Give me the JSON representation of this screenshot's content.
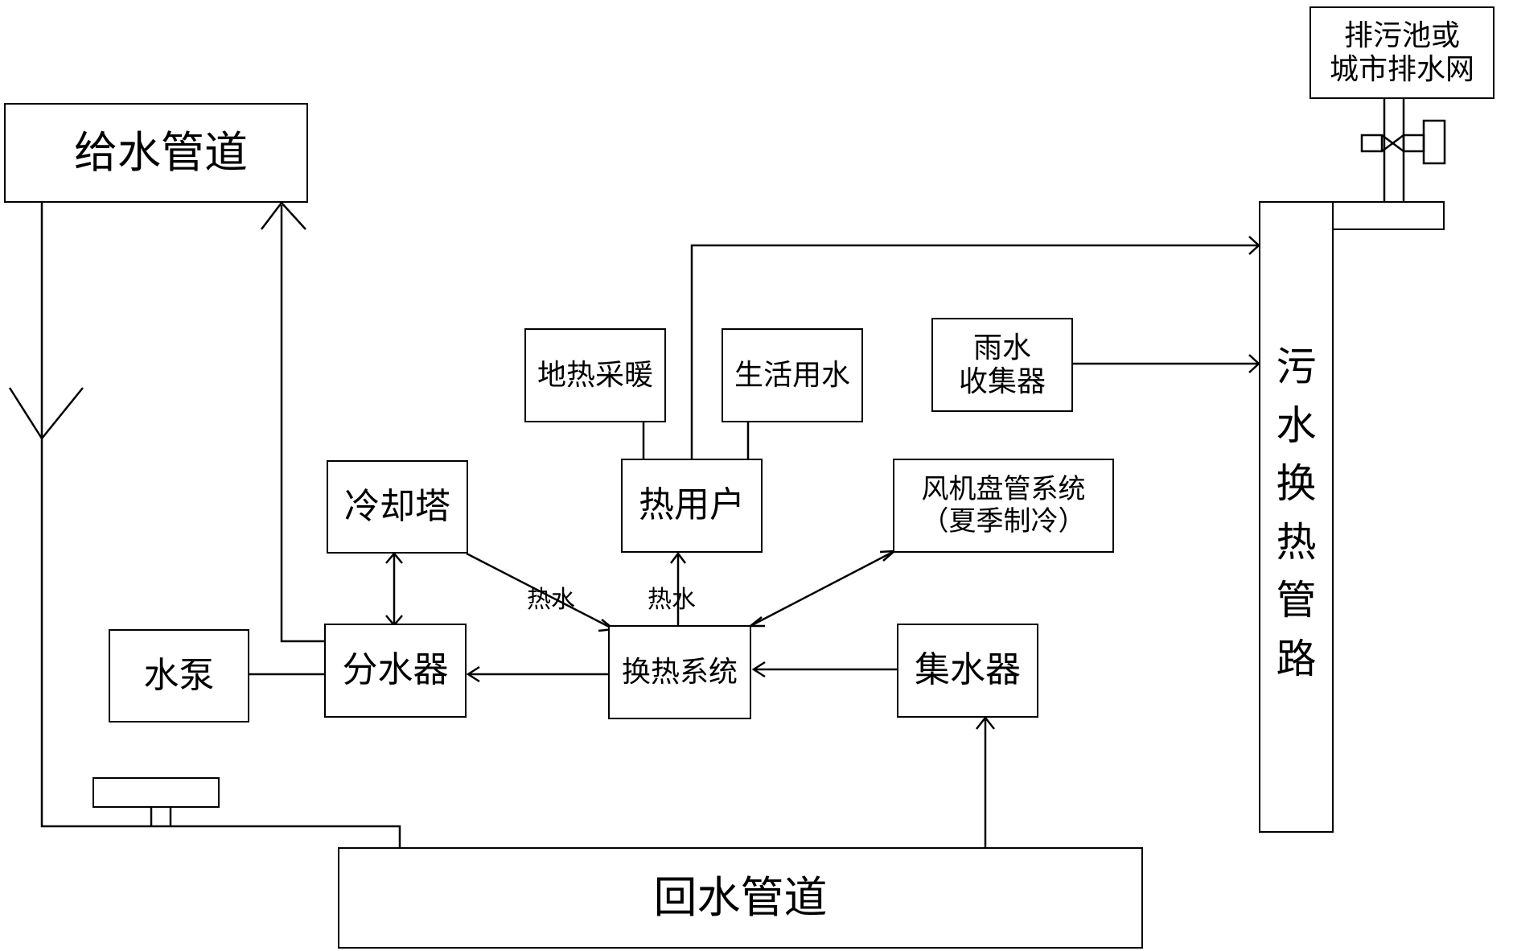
{
  "nodes": {
    "supply_pipe": "给水管道",
    "return_pipe": "回水管道",
    "water_pump": "水泵",
    "distributor": "分水器",
    "cooling_tower": "冷却塔",
    "heat_exchange_system": "换热系统",
    "heat_user": "热用户",
    "floor_heating": "地热采暖",
    "domestic_water": "生活用水",
    "fan_coil": "风机盘管系统\n（夏季制冷）",
    "collector": "集水器",
    "rain_collector": "雨水\n收集器",
    "sewage_pipe": [
      "污",
      "水",
      "换",
      "热",
      "管",
      "路"
    ],
    "drain_pool": "排污池或\n城市排水网"
  },
  "edge_labels": {
    "hot_water_1": "热水",
    "hot_water_2": "热水"
  }
}
